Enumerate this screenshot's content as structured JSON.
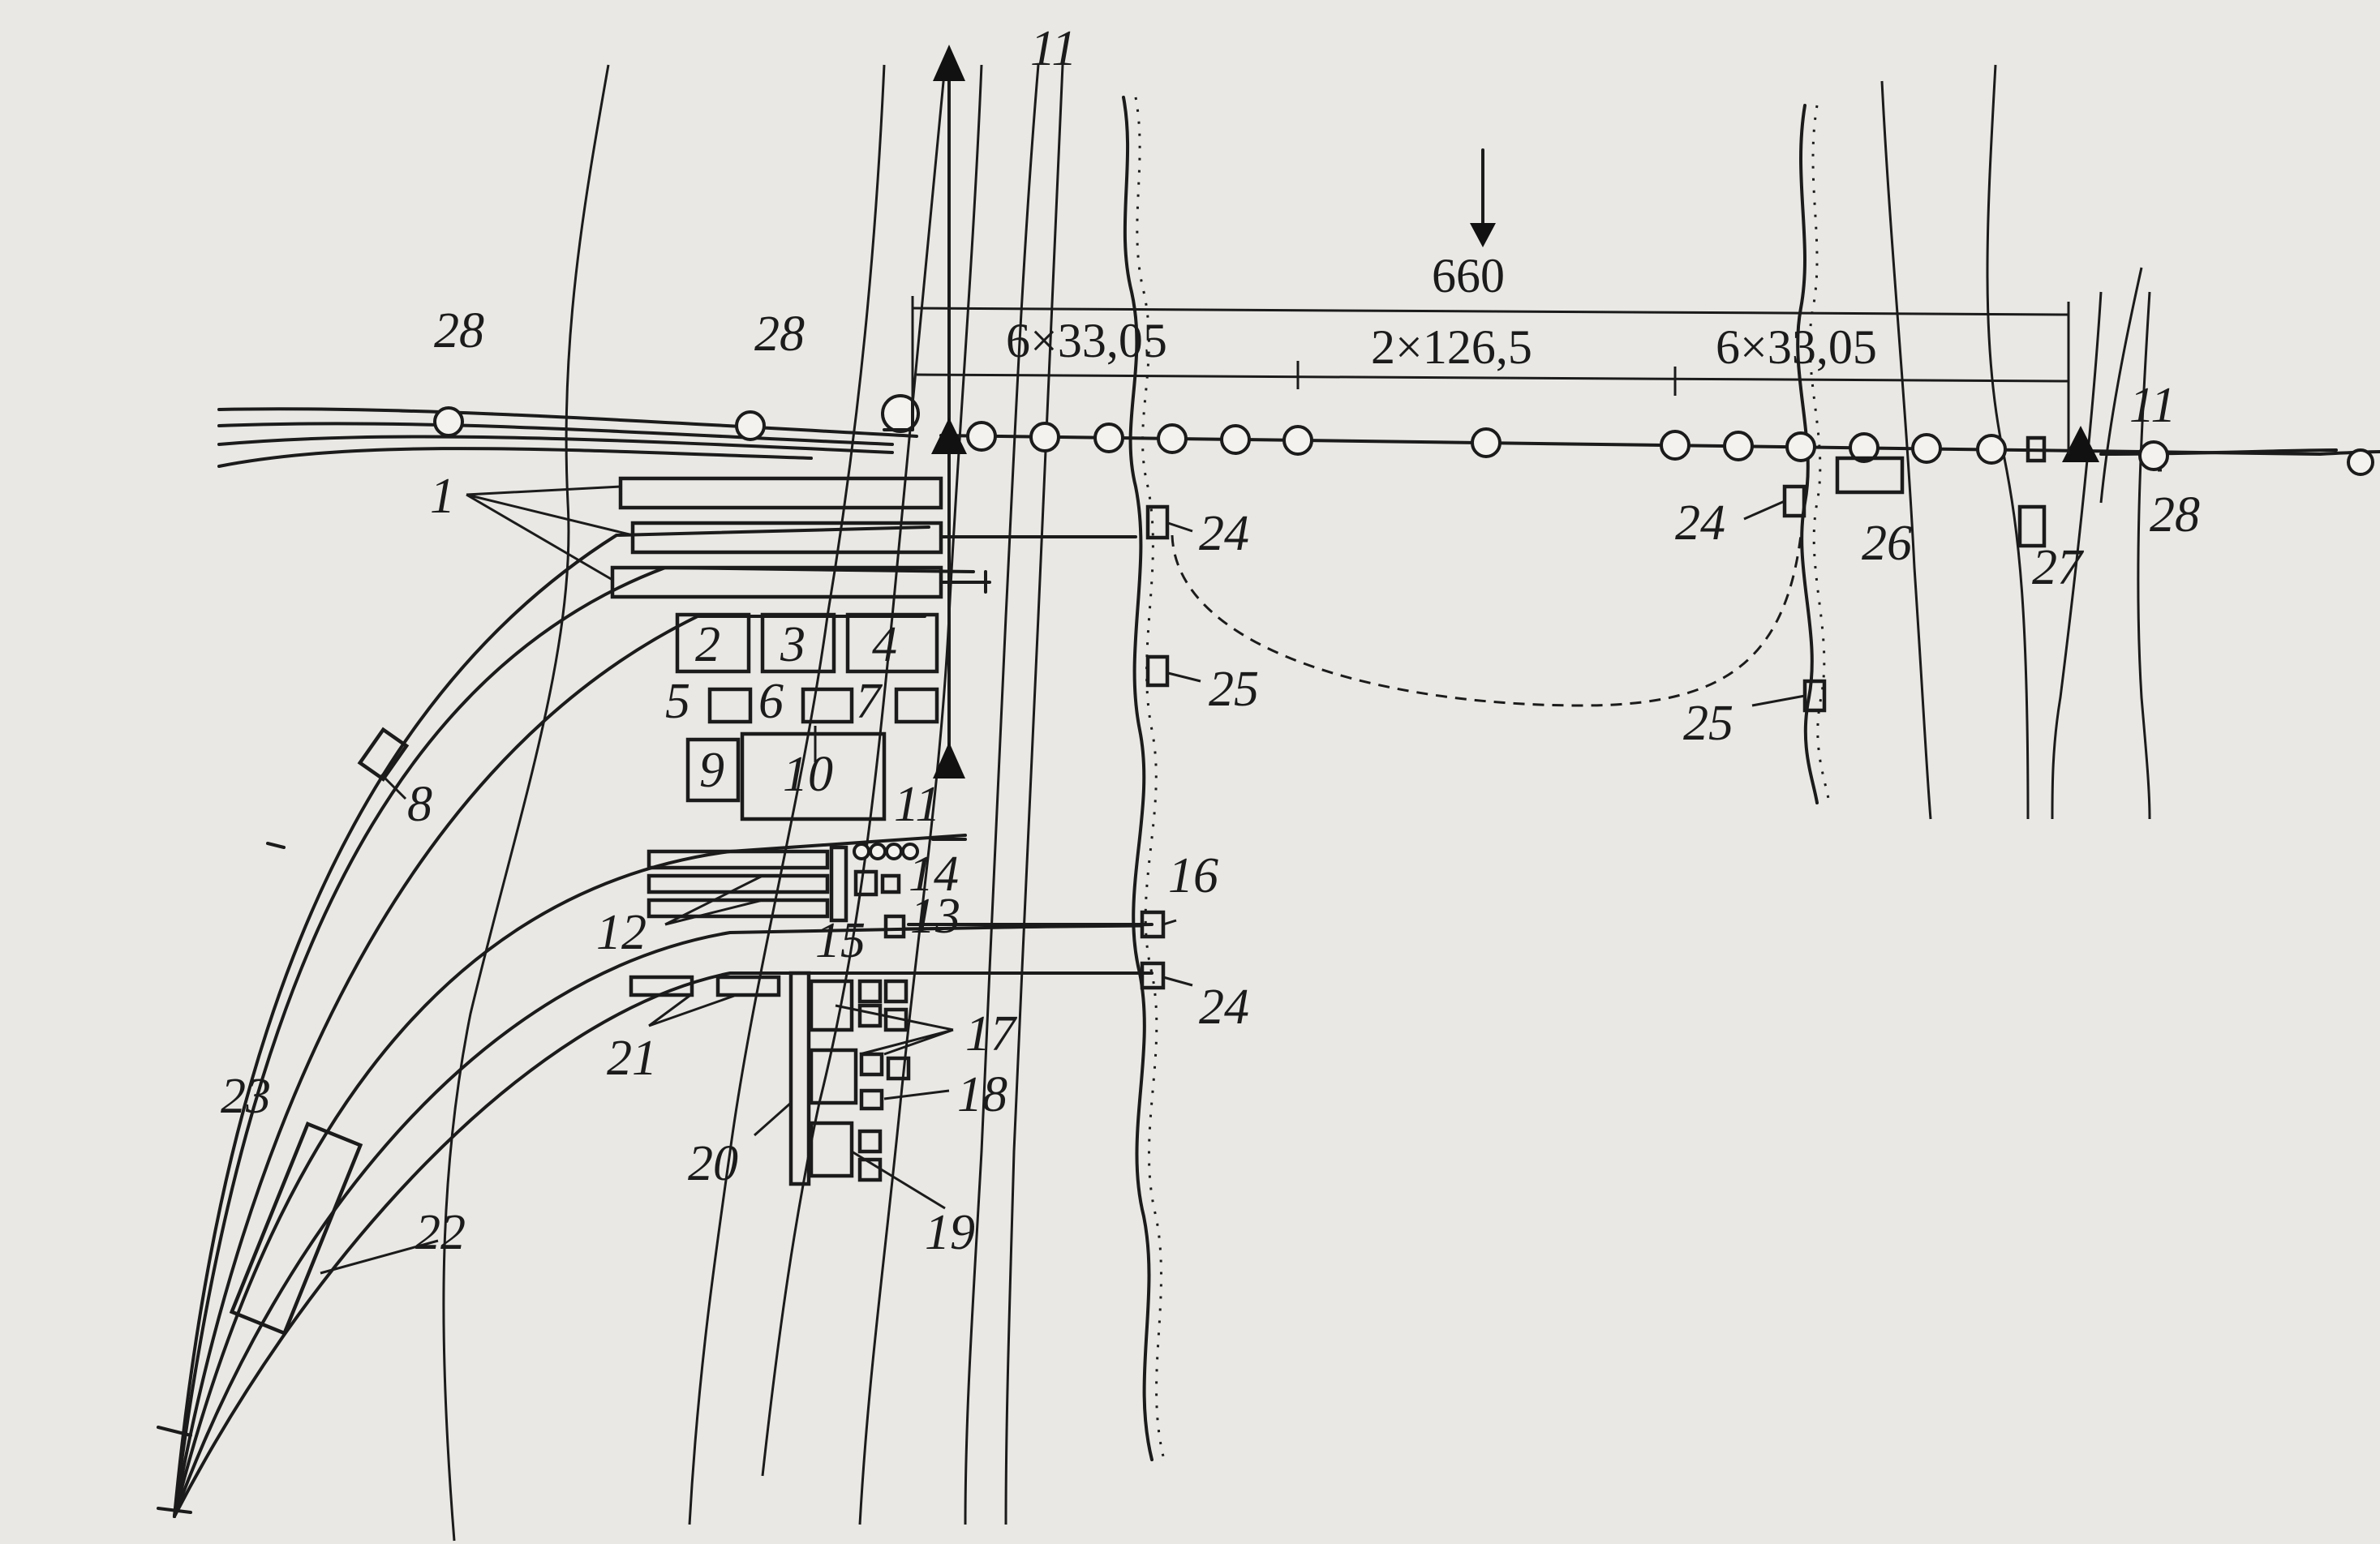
{
  "labels": {
    "n1": "1",
    "n2": "2",
    "n3": "3",
    "n4": "4",
    "n5": "5",
    "n6": "6",
    "n7": "7",
    "n8": "8",
    "n9": "9",
    "n10": "10",
    "n11a": "11",
    "n11b": "11",
    "n11c": "11",
    "n12": "12",
    "n13": "13",
    "n14": "14",
    "n15": "15",
    "n16": "16",
    "n17": "17",
    "n18": "18",
    "n19": "19",
    "n20": "20",
    "n21": "21",
    "n22": "22",
    "n23": "23",
    "n24a": "24",
    "n24b": "24",
    "n24c": "24",
    "n25a": "25",
    "n25b": "25",
    "n26": "26",
    "n27": "27",
    "n28a": "28",
    "n28b": "28",
    "n28c": "28"
  },
  "dimensions": {
    "total": "660",
    "left_spans": "6×33,05",
    "middle_spans": "2×126,5",
    "right_spans": "6×33,05"
  }
}
